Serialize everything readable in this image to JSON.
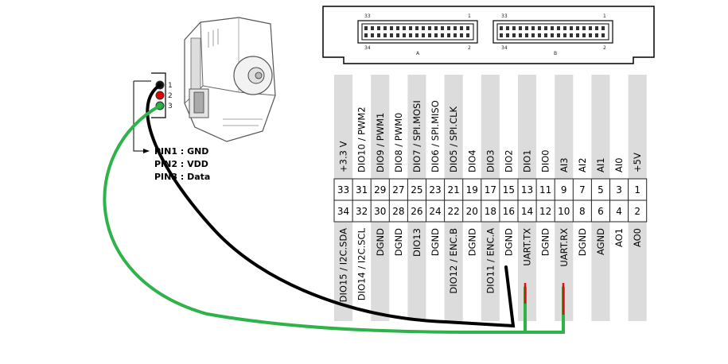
{
  "servo_connector": {
    "pin_numbers": [
      "1",
      "2",
      "3"
    ],
    "legend": [
      "PIN1 : GND",
      "PIN2 : VDD",
      "PIN3 : Data"
    ],
    "colors": {
      "pin1": "#111111",
      "pin2": "#e00000",
      "pin3": "#22aa44"
    }
  },
  "header_connector": {
    "connector_a": {
      "left_pin": "33",
      "right_pin": "1",
      "bottom_left_pin": "34",
      "bottom_right_pin": "2",
      "letter": "A"
    },
    "connector_b": {
      "left_pin": "33",
      "right_pin": "1",
      "bottom_left_pin": "34",
      "bottom_right_pin": "2",
      "letter": "B"
    }
  },
  "pinout": {
    "top_labels": [
      "+3.3 V",
      "DIO10 / PWM2",
      "DIO9 / PWM1",
      "DIO8 / PWM0",
      "DIO7 / SPI.MOSI",
      "DIO6 / SPI.MISO",
      "DIO5 / SPI.CLK",
      "DIO4",
      "DIO3",
      "DIO2",
      "DIO1",
      "DIO0",
      "AI3",
      "AI2",
      "AI1",
      "AI0",
      "+5V"
    ],
    "odd_pins": [
      "33",
      "31",
      "29",
      "27",
      "25",
      "23",
      "21",
      "19",
      "17",
      "15",
      "13",
      "11",
      "9",
      "7",
      "5",
      "3",
      "1"
    ],
    "even_pins": [
      "34",
      "32",
      "30",
      "28",
      "26",
      "24",
      "22",
      "20",
      "18",
      "16",
      "14",
      "12",
      "10",
      "8",
      "6",
      "4",
      "2"
    ],
    "bottom_labels": [
      "DIO15 / I2C.SDA",
      "DIO14 / I2C.SCL",
      "DGND",
      "DGND",
      "DIO13",
      "DGND",
      "DIO12 / ENC.B",
      "DGND",
      "DIO11 / ENC.A",
      "DGND",
      "UART.TX",
      "DGND",
      "UART.RX",
      "DGND",
      "AGND",
      "AO1",
      "AO0"
    ]
  },
  "wires": {
    "gnd_color": "#000000",
    "data_color": "#2db34a",
    "accent_red": "#e01010"
  },
  "colors": {
    "column_shade": "#dcdcdc",
    "cell_border": "#222222"
  }
}
